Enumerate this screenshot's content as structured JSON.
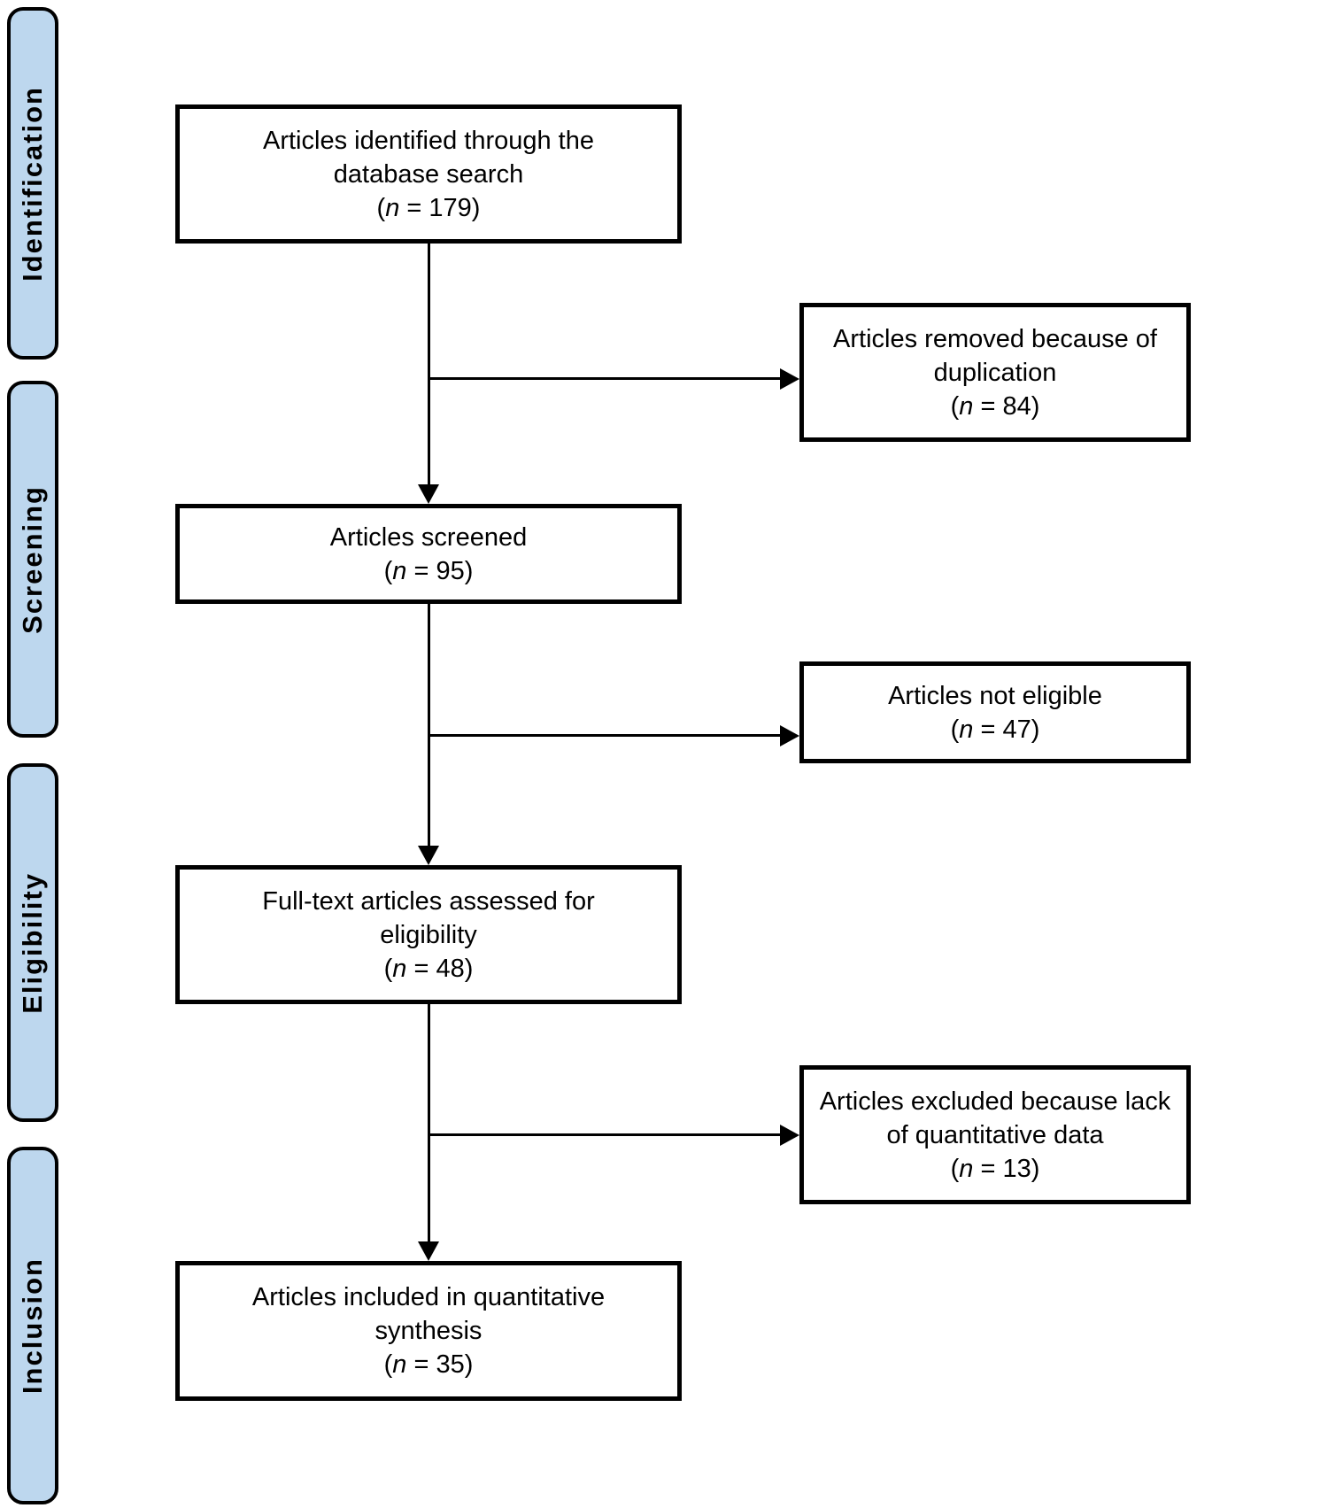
{
  "colors": {
    "stage_fill": "#bdd7ee",
    "stage_border": "#000000",
    "box_fill": "#ffffff",
    "box_border": "#000000",
    "line": "#000000"
  },
  "sidebar": {
    "identification": "Identification",
    "screening": "Screening",
    "eligibility": "Eligibility",
    "inclusion": "Inclusion"
  },
  "boxes": {
    "identified": {
      "line1": "Articles identified through the",
      "line2": "database search",
      "n_open": "(",
      "n_var": "n",
      "n_rest": " = 179)"
    },
    "duplication": {
      "line1": "Articles removed because of",
      "line2": "duplication",
      "n_open": "(",
      "n_var": "n",
      "n_rest": " = 84)"
    },
    "screened": {
      "line1": "Articles screened",
      "n_open": "(",
      "n_var": "n",
      "n_rest": " = 95)"
    },
    "not_eligible": {
      "line1": "Articles not eligible",
      "n_open": "(",
      "n_var": "n",
      "n_rest": " = 47)"
    },
    "fulltext": {
      "line1": "Full-text articles assessed for",
      "line2": "eligibility",
      "n_open": "(",
      "n_var": "n",
      "n_rest": " = 48)"
    },
    "excluded": {
      "line1": "Articles excluded because lack",
      "line2": "of quantitative data",
      "n_open": "(",
      "n_var": "n",
      "n_rest": " = 13)"
    },
    "included": {
      "line1": "Articles included in quantitative",
      "line2": "synthesis",
      "n_open": "(",
      "n_var": "n",
      "n_rest": " = 35)"
    }
  }
}
